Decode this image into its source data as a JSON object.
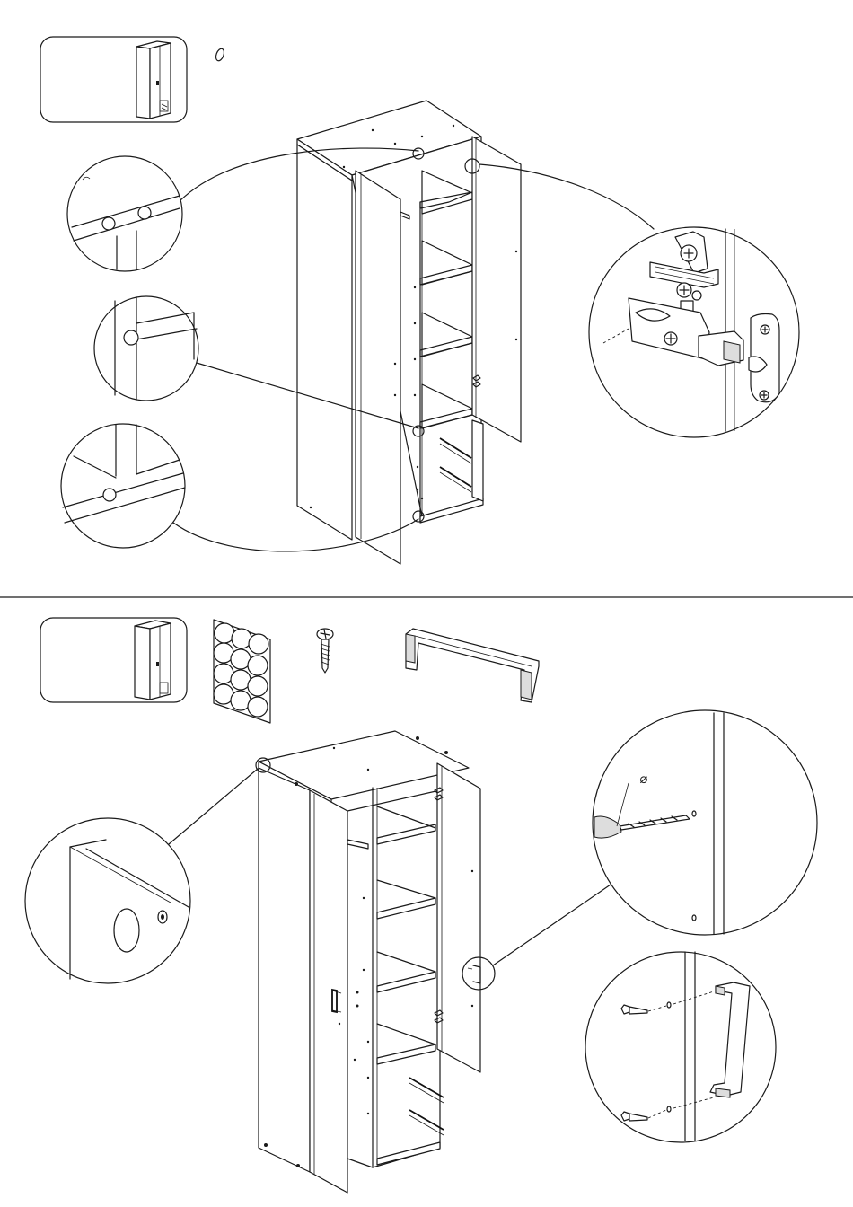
{
  "steps": [
    {
      "id": "step-upper",
      "parts_icons": [
        "cabinet-thumbnail-icon",
        "cap-icon"
      ],
      "details": [
        "dowel-detail-top",
        "cam-detail-middle",
        "cam-detail-bottom",
        "hinge-detail"
      ]
    },
    {
      "id": "step-lower",
      "parts_icons": [
        "cabinet-thumbnail-icon",
        "bumper-pads-icon",
        "screw-icon",
        "handle-icon"
      ],
      "details": [
        "bumper-detail",
        "drilling-detail",
        "handle-mount-detail"
      ],
      "drill_symbol": "⌀"
    }
  ],
  "colors": {
    "line": "#1a1a1a",
    "background": "#ffffff"
  }
}
